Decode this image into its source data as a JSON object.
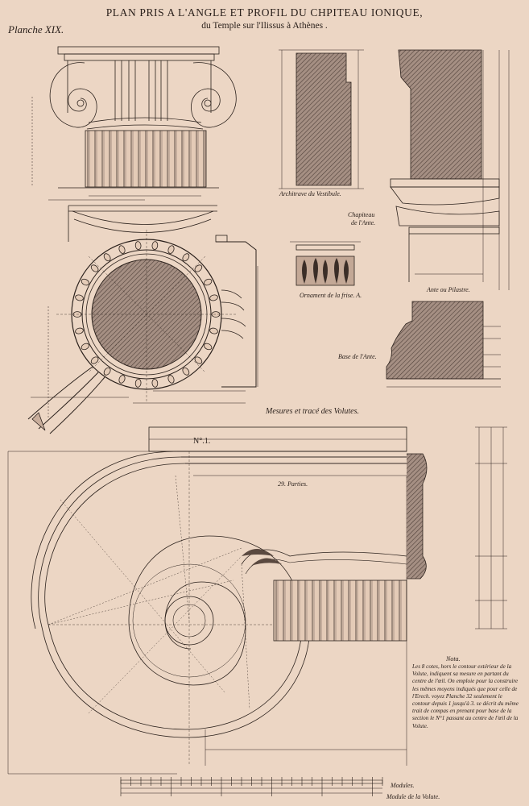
{
  "title_line1": "PLAN PRIS A L'ANGLE ET PROFIL DU CHPITEAU IONIQUE,",
  "title_line2": "du Temple sur l'Ilissus à Athènes .",
  "planche_label": "Planche XIX.",
  "captions": {
    "architrave": "Architrave du Vestibule.",
    "chapiteau_ante_1": "Chapiteau",
    "chapiteau_ante_2": "de l'Ante.",
    "ornament": "Ornament de la frise. A.",
    "ante_pilastre": "Ante ou Pilastre.",
    "base_ante": "Base de l'Ante.",
    "volute_heading": "Mesures et tracé des Volutes.",
    "number_one": "N°.1.",
    "scale_left": "Modules.",
    "scale_right": "Module de la Volute.",
    "parties": "29. Parties."
  },
  "nota": {
    "title": "Nota.",
    "text": "Les 8 cotes, hors le contour extérieur de la Volute, indiquent sa mesure en partant du centre de l'œil. On emploie pour la construire les mêmes moyens indiqués que pour celle de l'Erech. voyez Planche 32 seulement le contour depuis 1 jusqu'à 3. se décrit du même trait de compas en prenant pour base de la section le N°1 passant au centre de l'œil de la Volute."
  },
  "colors": {
    "paper": "#ecd6c4",
    "ink": "#2b211c",
    "hatch": "#6a5a52"
  }
}
